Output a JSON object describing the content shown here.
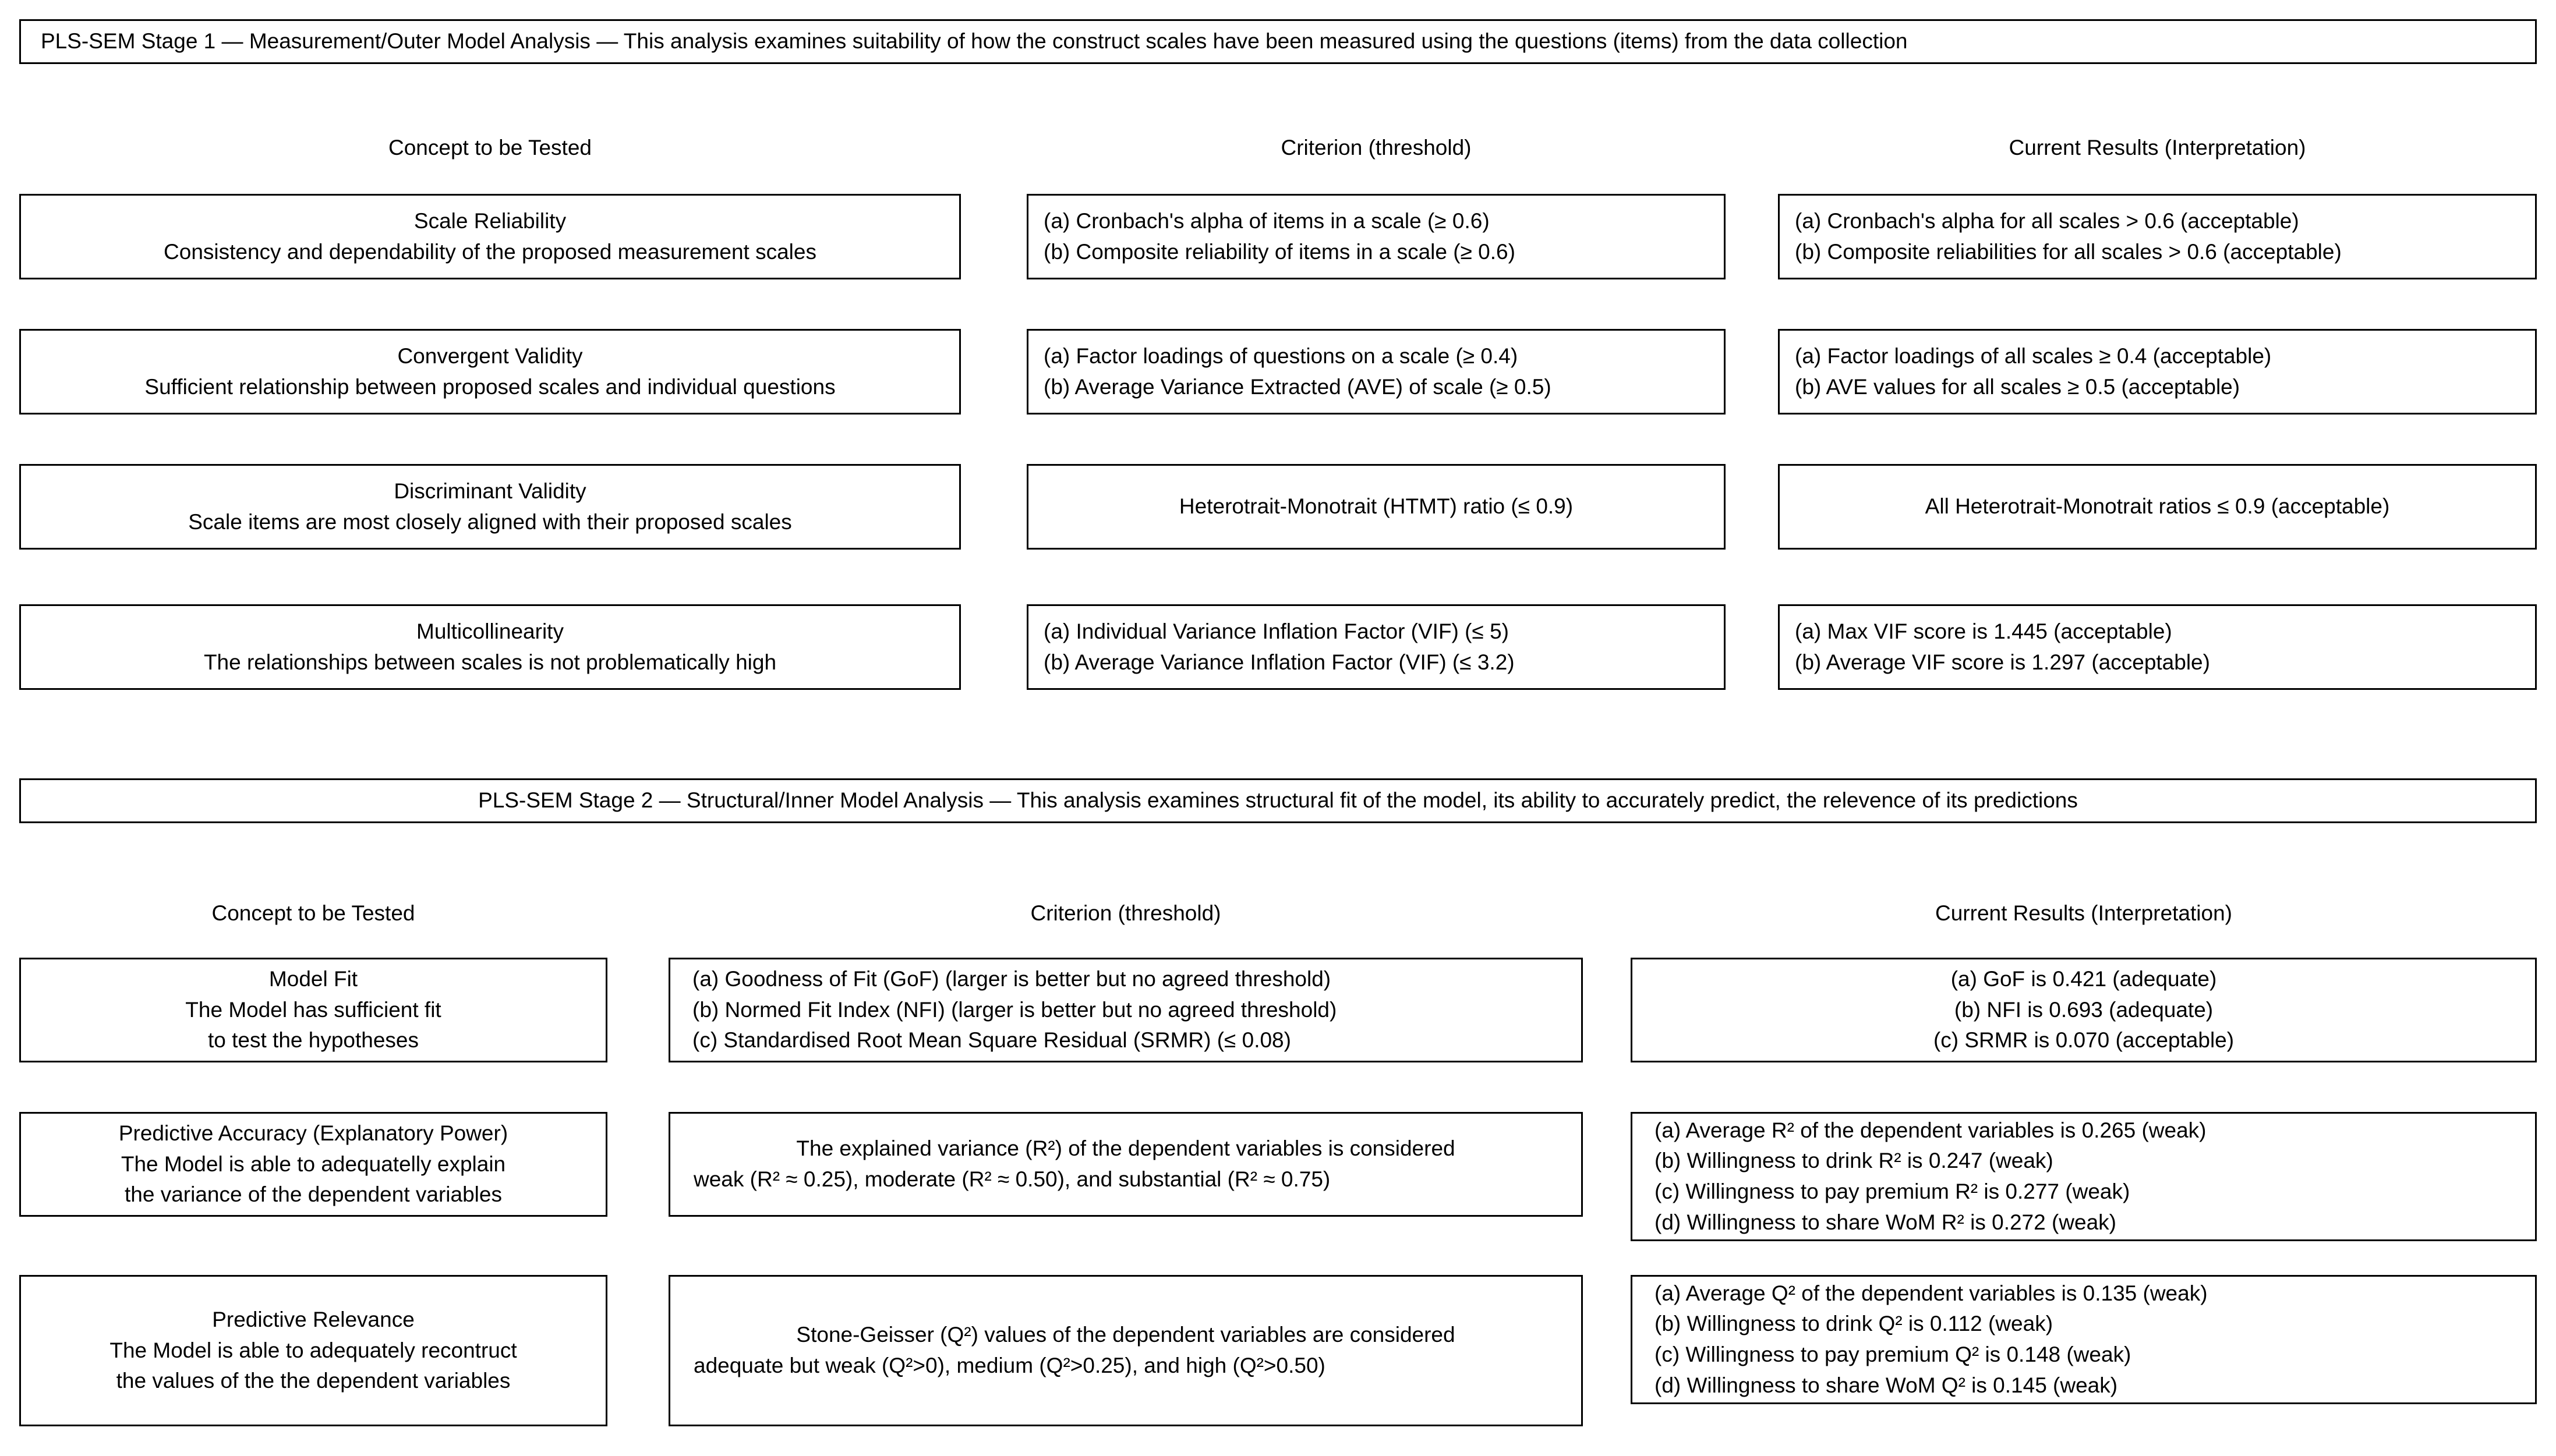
{
  "stage1": {
    "banner": "PLS-SEM Stage 1 — Measurement/Outer Model Analysis — This analysis examines suitability of how the construct scales have been measured using the questions (items) from the data collection",
    "headers": {
      "concept": "Concept to be Tested",
      "criterion": "Criterion (threshold)",
      "results": "Current Results (Interpretation)"
    },
    "rows": [
      {
        "concept": [
          "Scale Reliability",
          "Consistency and dependability of the proposed measurement scales"
        ],
        "criterion": [
          "(a) Cronbach's alpha of items in a scale (≥ 0.6)",
          "(b) Composite reliability of items in a scale (≥ 0.6)"
        ],
        "results": [
          "(a) Cronbach's alpha for all scales > 0.6 (acceptable)",
          "(b) Composite reliabilities for all scales > 0.6 (acceptable)"
        ]
      },
      {
        "concept": [
          "Convergent Validity",
          "Sufficient relationship between proposed scales and individual questions"
        ],
        "criterion": [
          "(a) Factor loadings of questions on a scale (≥ 0.4)",
          "(b) Average Variance Extracted (AVE) of scale (≥ 0.5)"
        ],
        "results": [
          "(a) Factor loadings of all scales ≥ 0.4 (acceptable)",
          "(b) AVE values for all scales ≥ 0.5 (acceptable)"
        ]
      },
      {
        "concept": [
          "Discriminant Validity",
          "Scale items are most closely aligned with their proposed scales"
        ],
        "criterion": [
          "Heterotrait-Monotrait (HTMT) ratio (≤ 0.9)"
        ],
        "results": [
          "All Heterotrait-Monotrait ratios ≤ 0.9 (acceptable)"
        ]
      },
      {
        "concept": [
          "Multicollinearity",
          "The relationships between scales is not problematically high"
        ],
        "criterion": [
          "(a) Individual Variance Inflation Factor (VIF) (≤ 5)",
          "(b) Average Variance Inflation Factor (VIF) (≤ 3.2)"
        ],
        "results": [
          "(a) Max VIF score is 1.445 (acceptable)",
          "(b) Average VIF score is 1.297 (acceptable)"
        ]
      }
    ]
  },
  "stage2": {
    "banner": "PLS-SEM Stage 2 — Structural/Inner Model Analysis — This analysis examines structural fit of the model, its ability to accurately predict, the relevence of its predictions",
    "headers": {
      "concept": "Concept to be Tested",
      "criterion": "Criterion (threshold)",
      "results": "Current Results (Interpretation)"
    },
    "rows": [
      {
        "concept": [
          "Model Fit",
          "The Model has sufficient fit",
          "to test the hypotheses"
        ],
        "criterion": [
          "(a) Goodness of Fit (GoF) (larger is better but no agreed threshold)",
          "(b) Normed Fit Index (NFI) (larger is better but no agreed threshold)",
          "(c) Standardised Root Mean Square Residual (SRMR) (≤ 0.08)"
        ],
        "results": [
          "(a) GoF is 0.421 (adequate)",
          "(b) NFI is 0.693 (adequate)",
          "(c) SRMR is 0.070 (acceptable)"
        ]
      },
      {
        "concept": [
          "Predictive Accuracy (Explanatory Power)",
          "The Model is able to adequatelly explain",
          "the variance of the dependent variables"
        ],
        "criterion": [
          "The explained variance (R²) of the dependent variables is considered",
          "weak (R² ≈ 0.25), moderate (R² ≈ 0.50), and substantial (R² ≈ 0.75)"
        ],
        "results": [
          "(a) Average R² of the dependent variables is 0.265 (weak)",
          "(b) Willingness to drink R² is 0.247 (weak)",
          "(c) Willingness to pay premium R² is 0.277 (weak)",
          "(d) Willingness to share WoM R² is 0.272 (weak)"
        ]
      },
      {
        "concept": [
          "Predictive Relevance",
          "The Model is able to adequately recontruct",
          "the values of the the dependent variables"
        ],
        "criterion": [
          "Stone-Geisser (Q²) values of the dependent variables are considered",
          "adequate but weak (Q²>0), medium (Q²>0.25), and high (Q²>0.50)"
        ],
        "results": [
          "(a) Average Q² of the dependent variables is 0.135 (weak)",
          "(b) Willingness to drink Q² is 0.112 (weak)",
          "(c) Willingness to pay premium Q² is 0.148 (weak)",
          "(d) Willingness to share WoM Q² is 0.145 (weak)"
        ]
      }
    ]
  }
}
